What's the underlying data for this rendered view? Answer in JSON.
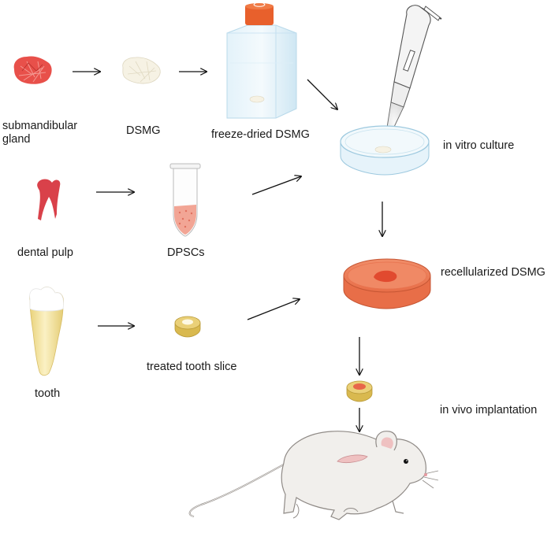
{
  "labels": {
    "submandibular_gland": "submandibular\ngland",
    "dsmg": "DSMG",
    "freeze_dried_dsmg": "freeze-dried DSMG",
    "in_vitro_culture": "in vitro culture",
    "dental_pulp": "dental pulp",
    "dpscs": "DPSCs",
    "recellularized_dsmg": "recellularized DSMG",
    "tooth": "tooth",
    "treated_tooth_slice": "treated tooth slice",
    "in_vivo_implantation": "in vivo implantation"
  },
  "colors": {
    "gland_red": "#e8504a",
    "dsmg_white": "#f6f2e4",
    "flask_cap": "#e8602c",
    "flask_body": "#d6ecf6",
    "dish_blue": "#cfe8f4",
    "pulp_red": "#d9414a",
    "cells_pink": "#f2a595",
    "dish_orange": "#ec7d5a",
    "tooth_yellow": "#f3e3a0",
    "mouse_body": "#f1efec",
    "arrow": "#111111"
  }
}
